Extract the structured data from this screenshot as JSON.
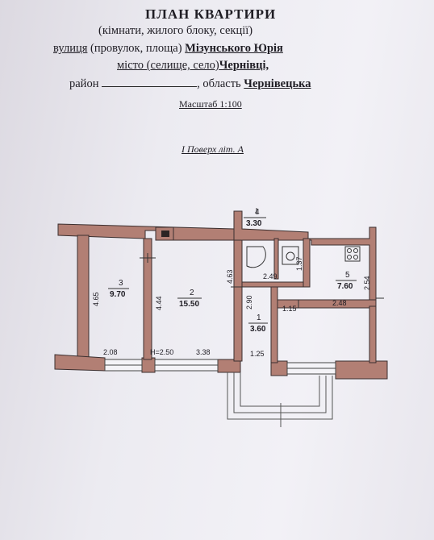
{
  "header": {
    "title": "ПЛАН КВАРТИРИ",
    "line1": "(кімнати, жилого блоку, секції)",
    "street_prefix": "вулиця",
    "street_mid": " (провулок, площа) ",
    "street_value": "Мізунського Юрія",
    "city_label": "місто (селище, село)",
    "city_value": "Чернівці,",
    "district_label": "район",
    "region_sep": ", область ",
    "region_value": "Чернівецька",
    "scale": "Масштаб 1:100",
    "floor": "I Поверх літ. А"
  },
  "rooms": [
    {
      "number": "3",
      "area": "9.70",
      "length": "4.65",
      "width": "2.08"
    },
    {
      "number": "2",
      "area": "15.50",
      "length": "4.44",
      "width": "3.38",
      "height": "H=2.50"
    },
    {
      "number": "1",
      "area": "3.60",
      "length": "2.90",
      "width": "1.25"
    },
    {
      "number": "4",
      "area": "3.30"
    },
    {
      "number": "5",
      "area": "7.60",
      "length": "2.54",
      "width": "2.48"
    }
  ],
  "extra_dims": {
    "corridor_len": "4.63",
    "bath_w": "2.49",
    "bath_h": "1.37",
    "hall_w": "1.15"
  }
}
